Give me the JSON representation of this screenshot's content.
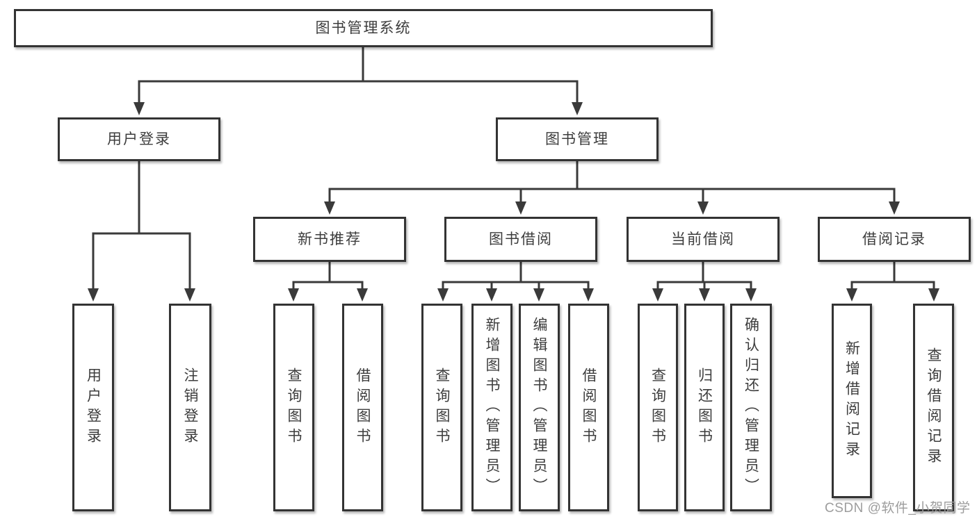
{
  "diagram_title": "图书管理系统",
  "nodes": {
    "root": "图书管理系统",
    "userLogin": "用户登录",
    "bookMgmt": "图书管理",
    "newBook": "新书推荐",
    "bookBorrow": "图书借阅",
    "currentBorrow": "当前借阅",
    "borrowRecords": "借阅记录",
    "leaves": {
      "userLogin": [
        "用户登录",
        "注销登录"
      ],
      "newBook": [
        "查询图书",
        "借阅图书"
      ],
      "bookBorrow": [
        "查询图书",
        "新增图书（管理员）",
        "编辑图书（管理员）",
        "借阅图书"
      ],
      "currentBorrow": [
        "查询图书",
        "归还图书",
        "确认归还（管理员）"
      ],
      "borrowRecords": [
        "新增借阅记录",
        "查询借阅记录"
      ]
    }
  },
  "watermark": "CSDN @软件_小贺同学",
  "colors": {
    "box_border": "#333333",
    "text": "#3d3d3d",
    "connector": "#3a3a3a",
    "watermark": "#9d9d9d",
    "background": "#ffffff"
  }
}
